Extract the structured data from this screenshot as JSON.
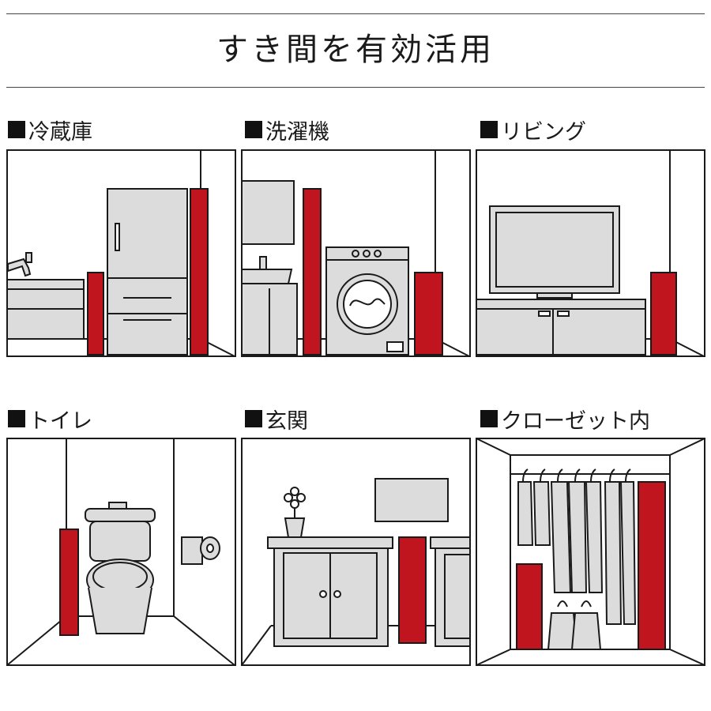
{
  "title": "すき間を有効活用",
  "cells": [
    {
      "label": "冷蔵庫"
    },
    {
      "label": "洗濯機"
    },
    {
      "label": "リビング"
    },
    {
      "label": "トイレ"
    },
    {
      "label": "玄関"
    },
    {
      "label": "クローゼット内"
    }
  ],
  "colors": {
    "accent": "#c0141f",
    "fill": "#dcdcdc",
    "line": "#1a1a1a"
  }
}
